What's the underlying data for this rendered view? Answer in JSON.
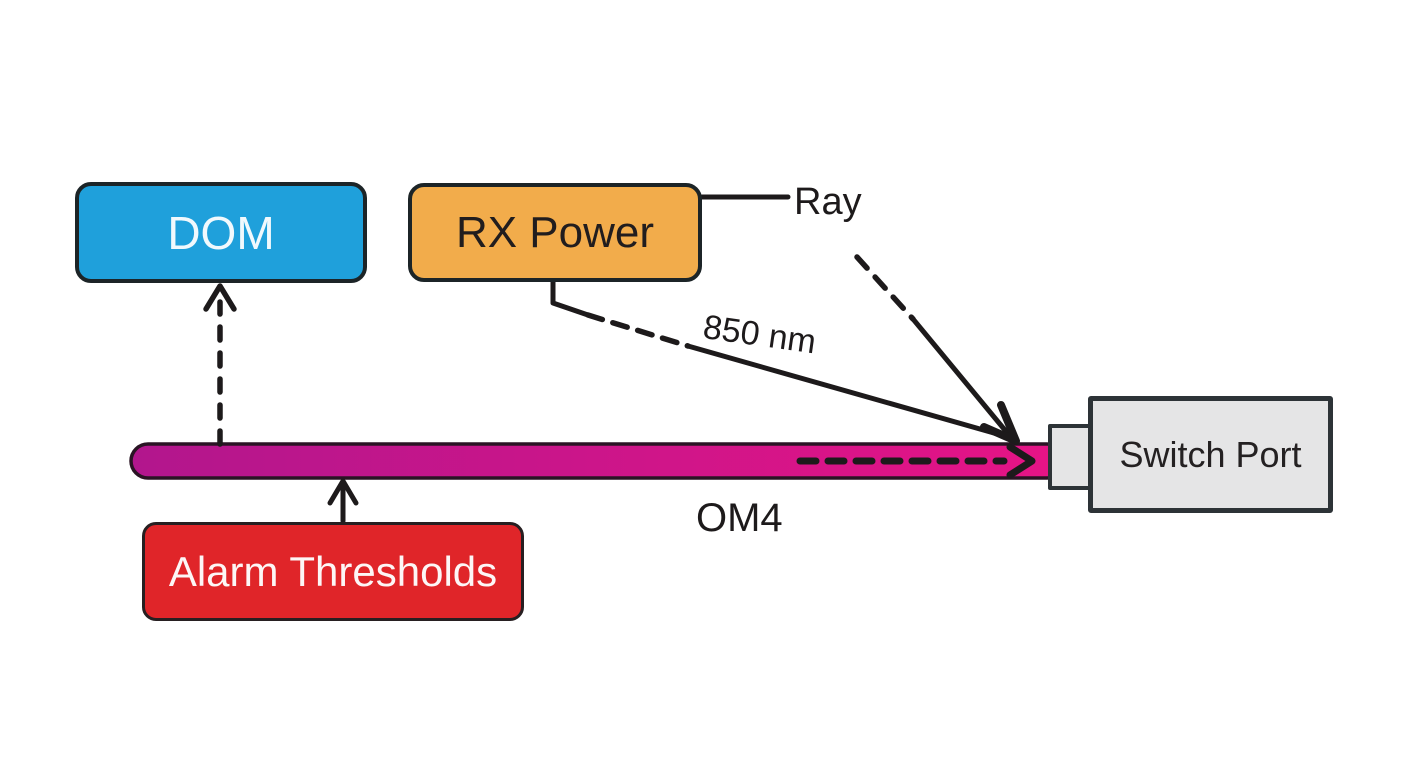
{
  "background_color": "#ffffff",
  "stroke_color": "#1d1a1b",
  "nodes": {
    "dom": {
      "label": "DOM",
      "fill": "#1fa0db",
      "text_color": "#f1f9fd",
      "border_color": "#1c2427"
    },
    "rx_power": {
      "label": "RX Power",
      "fill": "#f2ac4b",
      "text_color": "#211d1e",
      "border_color": "#1c2427"
    },
    "alarm_thresholds": {
      "label": "Alarm Thresholds",
      "fill": "#e02529",
      "text_color": "#fdf6f6",
      "border_color": "#271f21"
    },
    "switch_port": {
      "label": "Switch Port",
      "fill": "#e5e5e6",
      "text_color": "#242122",
      "border_color": "#2d3337"
    }
  },
  "labels": {
    "ray": "Ray",
    "wavelength": "850 nm",
    "fiber_type": "OM4"
  },
  "fiber": {
    "gradient_left": "#b2168d",
    "gradient_right": "#e61486",
    "outline_color": "#2a1424"
  }
}
